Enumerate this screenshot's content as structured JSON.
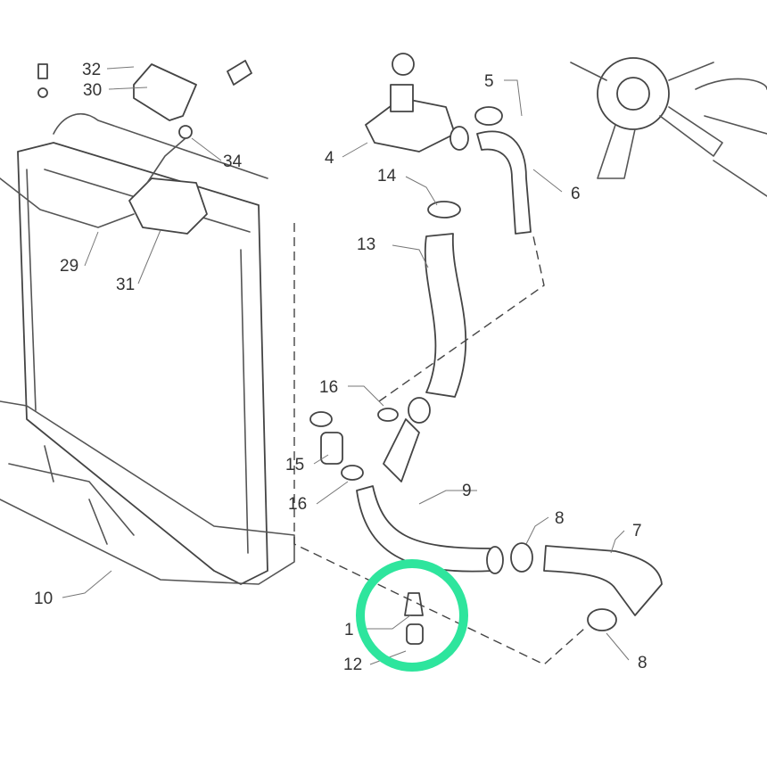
{
  "diagram": {
    "labels": {
      "l32": "32",
      "l30": "30",
      "l34": "34",
      "l29": "29",
      "l31": "31",
      "l4": "4",
      "l5": "5",
      "l6": "6",
      "l14": "14",
      "l13": "13",
      "l16a": "16",
      "l16b": "16",
      "l15": "15",
      "l9": "9",
      "l8a": "8",
      "l7": "7",
      "l8b": "8",
      "l10": "10",
      "l1": "1",
      "l12": "12"
    },
    "highlight_color": "#2ee59d"
  }
}
